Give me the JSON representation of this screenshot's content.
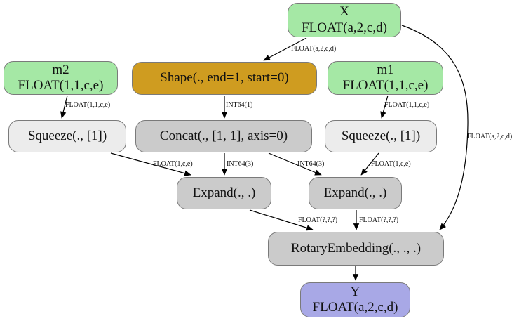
{
  "diagram": {
    "type": "onnx-graph",
    "colors": {
      "input_fill": "#a5e8a5",
      "shape_op_fill": "#cf9c20",
      "op_light_fill": "#ececec",
      "op_dark_fill": "#cbcbcb",
      "output_fill": "#a8a8e6",
      "node_border": "#7a7a7a",
      "edge": "#000000",
      "background": "#ffffff"
    },
    "nodes": {
      "x": {
        "name": "X",
        "dtype": "FLOAT(a,2,c,d)"
      },
      "m2": {
        "name": "m2",
        "dtype": "FLOAT(1,1,c,e)"
      },
      "shape": {
        "label": "Shape(., end=1, start=0)"
      },
      "m1": {
        "name": "m1",
        "dtype": "FLOAT(1,1,c,e)"
      },
      "squeeze_left": {
        "label": "Squeeze(., [1])"
      },
      "concat": {
        "label": "Concat(., [1, 1], axis=0)"
      },
      "squeeze_right": {
        "label": "Squeeze(., [1])"
      },
      "expand_left": {
        "label": "Expand(., .)"
      },
      "expand_right": {
        "label": "Expand(., .)"
      },
      "rotary_embedding": {
        "label": "RotaryEmbedding(., ., .)"
      },
      "y": {
        "name": "Y",
        "dtype": "FLOAT(a,2,c,d)"
      }
    },
    "edge_labels": {
      "x_to_shape": "FLOAT(a,2,c,d)",
      "m2_to_squeeze_left": "FLOAT(1,1,c,e)",
      "shape_to_concat": "INT64(1)",
      "m1_to_squeeze_right": "FLOAT(1,1,c,e)",
      "squeeze_left_to_expand_left": "FLOAT(1,c,e)",
      "concat_to_expand_left": "INT64(3)",
      "concat_to_expand_right": "INT64(3)",
      "squeeze_right_to_expand_right": "FLOAT(1,c,e)",
      "x_to_rotary": "FLOAT(a,2,c,d)",
      "expand_left_to_rotary": "FLOAT(?,?,?)",
      "expand_right_to_rotary": "FLOAT(?,?,?)"
    }
  }
}
